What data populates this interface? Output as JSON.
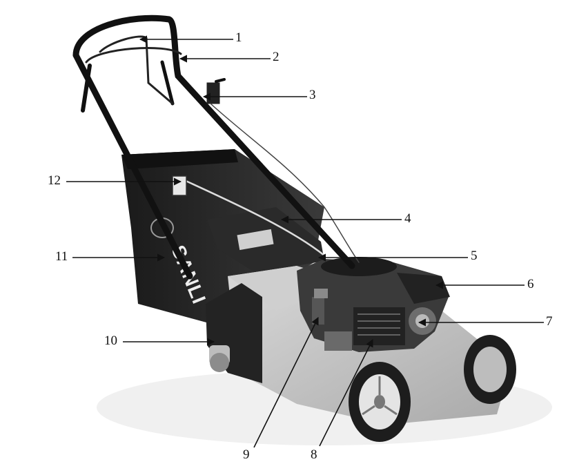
{
  "diagram": {
    "brand": "SANLI",
    "callouts": [
      "1",
      "2",
      "3",
      "4",
      "5",
      "6",
      "7",
      "8",
      "9",
      "10",
      "11",
      "12"
    ]
  }
}
